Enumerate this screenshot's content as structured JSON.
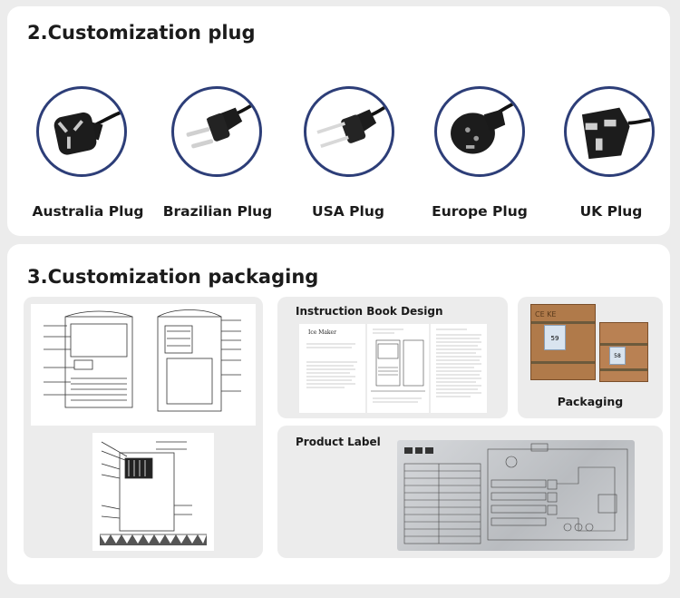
{
  "sections": {
    "plug_title": "2.Customization plug",
    "packaging_title": "3.Customization packaging"
  },
  "plugs": [
    {
      "label": "Australia Plug",
      "icon": "australia-plug-icon"
    },
    {
      "label": "Brazilian Plug",
      "icon": "brazilian-plug-icon"
    },
    {
      "label": "USA Plug",
      "icon": "usa-plug-icon"
    },
    {
      "label": "Europe Plug",
      "icon": "europe-plug-icon"
    },
    {
      "label": "UK Plug",
      "icon": "uk-plug-icon"
    }
  ],
  "panels": {
    "instruction_title": "Instruction Book Design",
    "instruction_doc_title": "Ice Maker",
    "packaging_label": "Packaging",
    "box_large_number": "59",
    "box_large_text": "CE   KE",
    "box_small_number": "58",
    "product_label_title": "Product Label"
  },
  "colors": {
    "circle_border": "#2d3e78",
    "background": "#ececec",
    "card": "#ffffff"
  }
}
